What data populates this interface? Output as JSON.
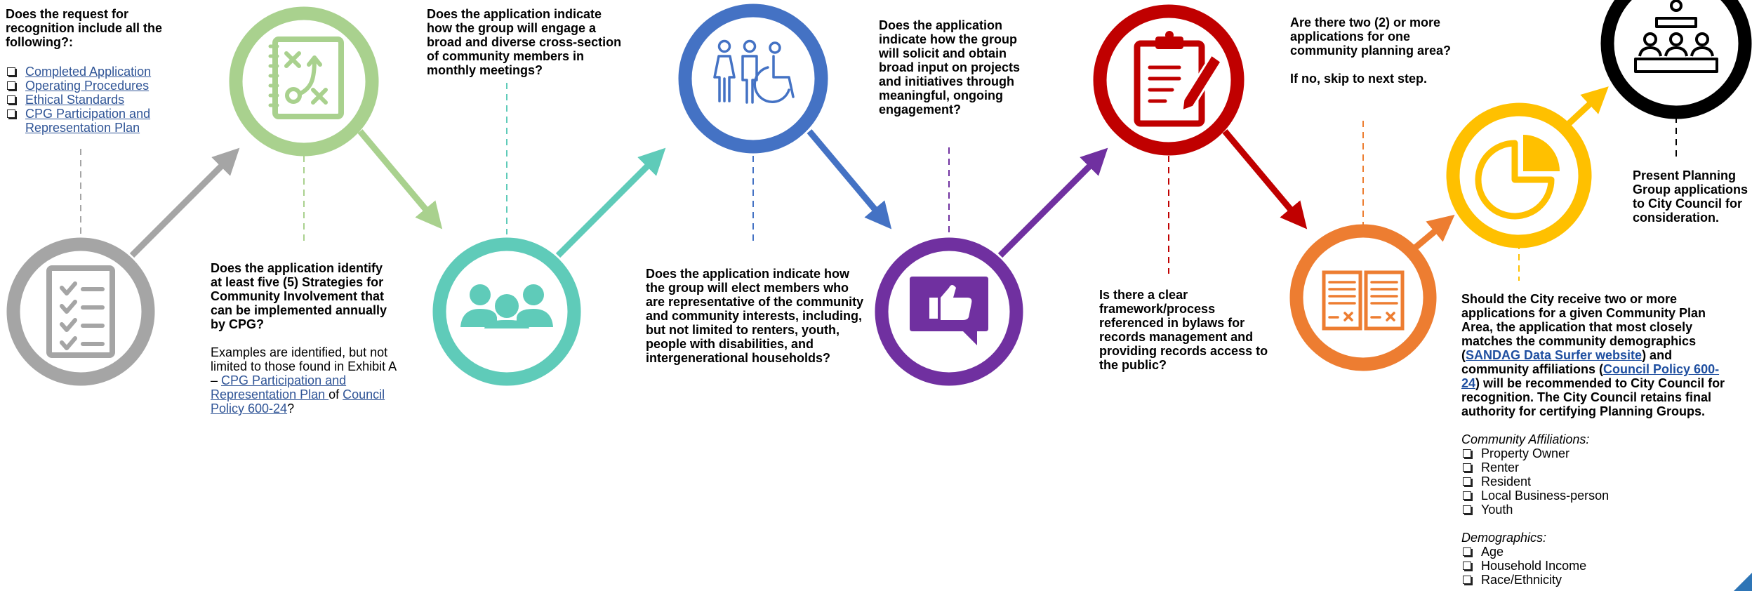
{
  "steps": {
    "s1": {
      "question": "Does the request for recognition include all the following?:",
      "checklist": [
        "Completed Application",
        "Operating Procedures",
        "Ethical Standards",
        "CPG Participation and Representation Plan"
      ]
    },
    "s2": {
      "question": "Does the application identify at least five (5) Strategies for Community Involvement that can be implemented annually by CPG?",
      "note_start": "Examples are identified, but not limited to those found in Exhibit A – ",
      "link1": "CPG Participation and Representation Plan ",
      "note_mid": "of ",
      "link2": "Council Policy 600-24",
      "note_end": "?"
    },
    "s3": {
      "question": "Does the application indicate how the group will engage a broad and diverse cross-section of community members in monthly meetings?"
    },
    "s4": {
      "question": "Does the application indicate how the group will elect members who are representative of the community and community interests, including, but not limited to renters, youth, people with disabilities, and intergenerational households?"
    },
    "s5": {
      "question": "Does the application indicate how the group will solicit and obtain broad input on projects and initiatives through meaningful, ongoing engagement?"
    },
    "s6": {
      "question": "Is there a clear framework/process referenced in bylaws for records management and providing records access to the public?"
    },
    "s7": {
      "question": "Are there two (2) or more applications for one community planning area?",
      "skip": "If no, skip to next step."
    },
    "s8": {
      "q_part1": "Should the City receive two or more applications for a given Community Plan Area, the application that most closely matches the community demographics (",
      "link1": "SANDAG Data Surfer website",
      "q_part2": ") and community affiliations (",
      "link2": "Council Policy 600-24",
      "q_part3": ") will be recommended to City Council for recognition. The City Council retains final authority for certifying Planning Groups.",
      "affiliations_heading": "Community Affiliations:",
      "affiliations": [
        "Property Owner",
        "Renter",
        "Resident",
        "Local Business-person",
        "Youth"
      ],
      "demographics_heading": "Demographics:",
      "demographics": [
        "Age",
        "Household Income",
        "Race/Ethnicity"
      ]
    },
    "s9": {
      "text": "Present Planning Group applications to City Council for consideration."
    }
  },
  "icons": {
    "s1": "checklist-icon",
    "s2": "strategy-plan-icon",
    "s3": "group-people-icon",
    "s4": "diverse-people-icon",
    "s5": "thumbs-up-chat-icon",
    "s6": "clipboard-pencil-icon",
    "s7": "documents-icon",
    "s8": "pie-chart-icon",
    "s9": "council-meeting-icon"
  },
  "colors": {
    "s1": "#a5a5a5",
    "s2": "#a9d18e",
    "s3": "#5fcbb9",
    "s4": "#4472c4",
    "s5": "#7030a0",
    "s6": "#c00000",
    "s7": "#ed7d31",
    "s8": "#ffc000",
    "s9": "#000000",
    "link": "#2f5496"
  }
}
